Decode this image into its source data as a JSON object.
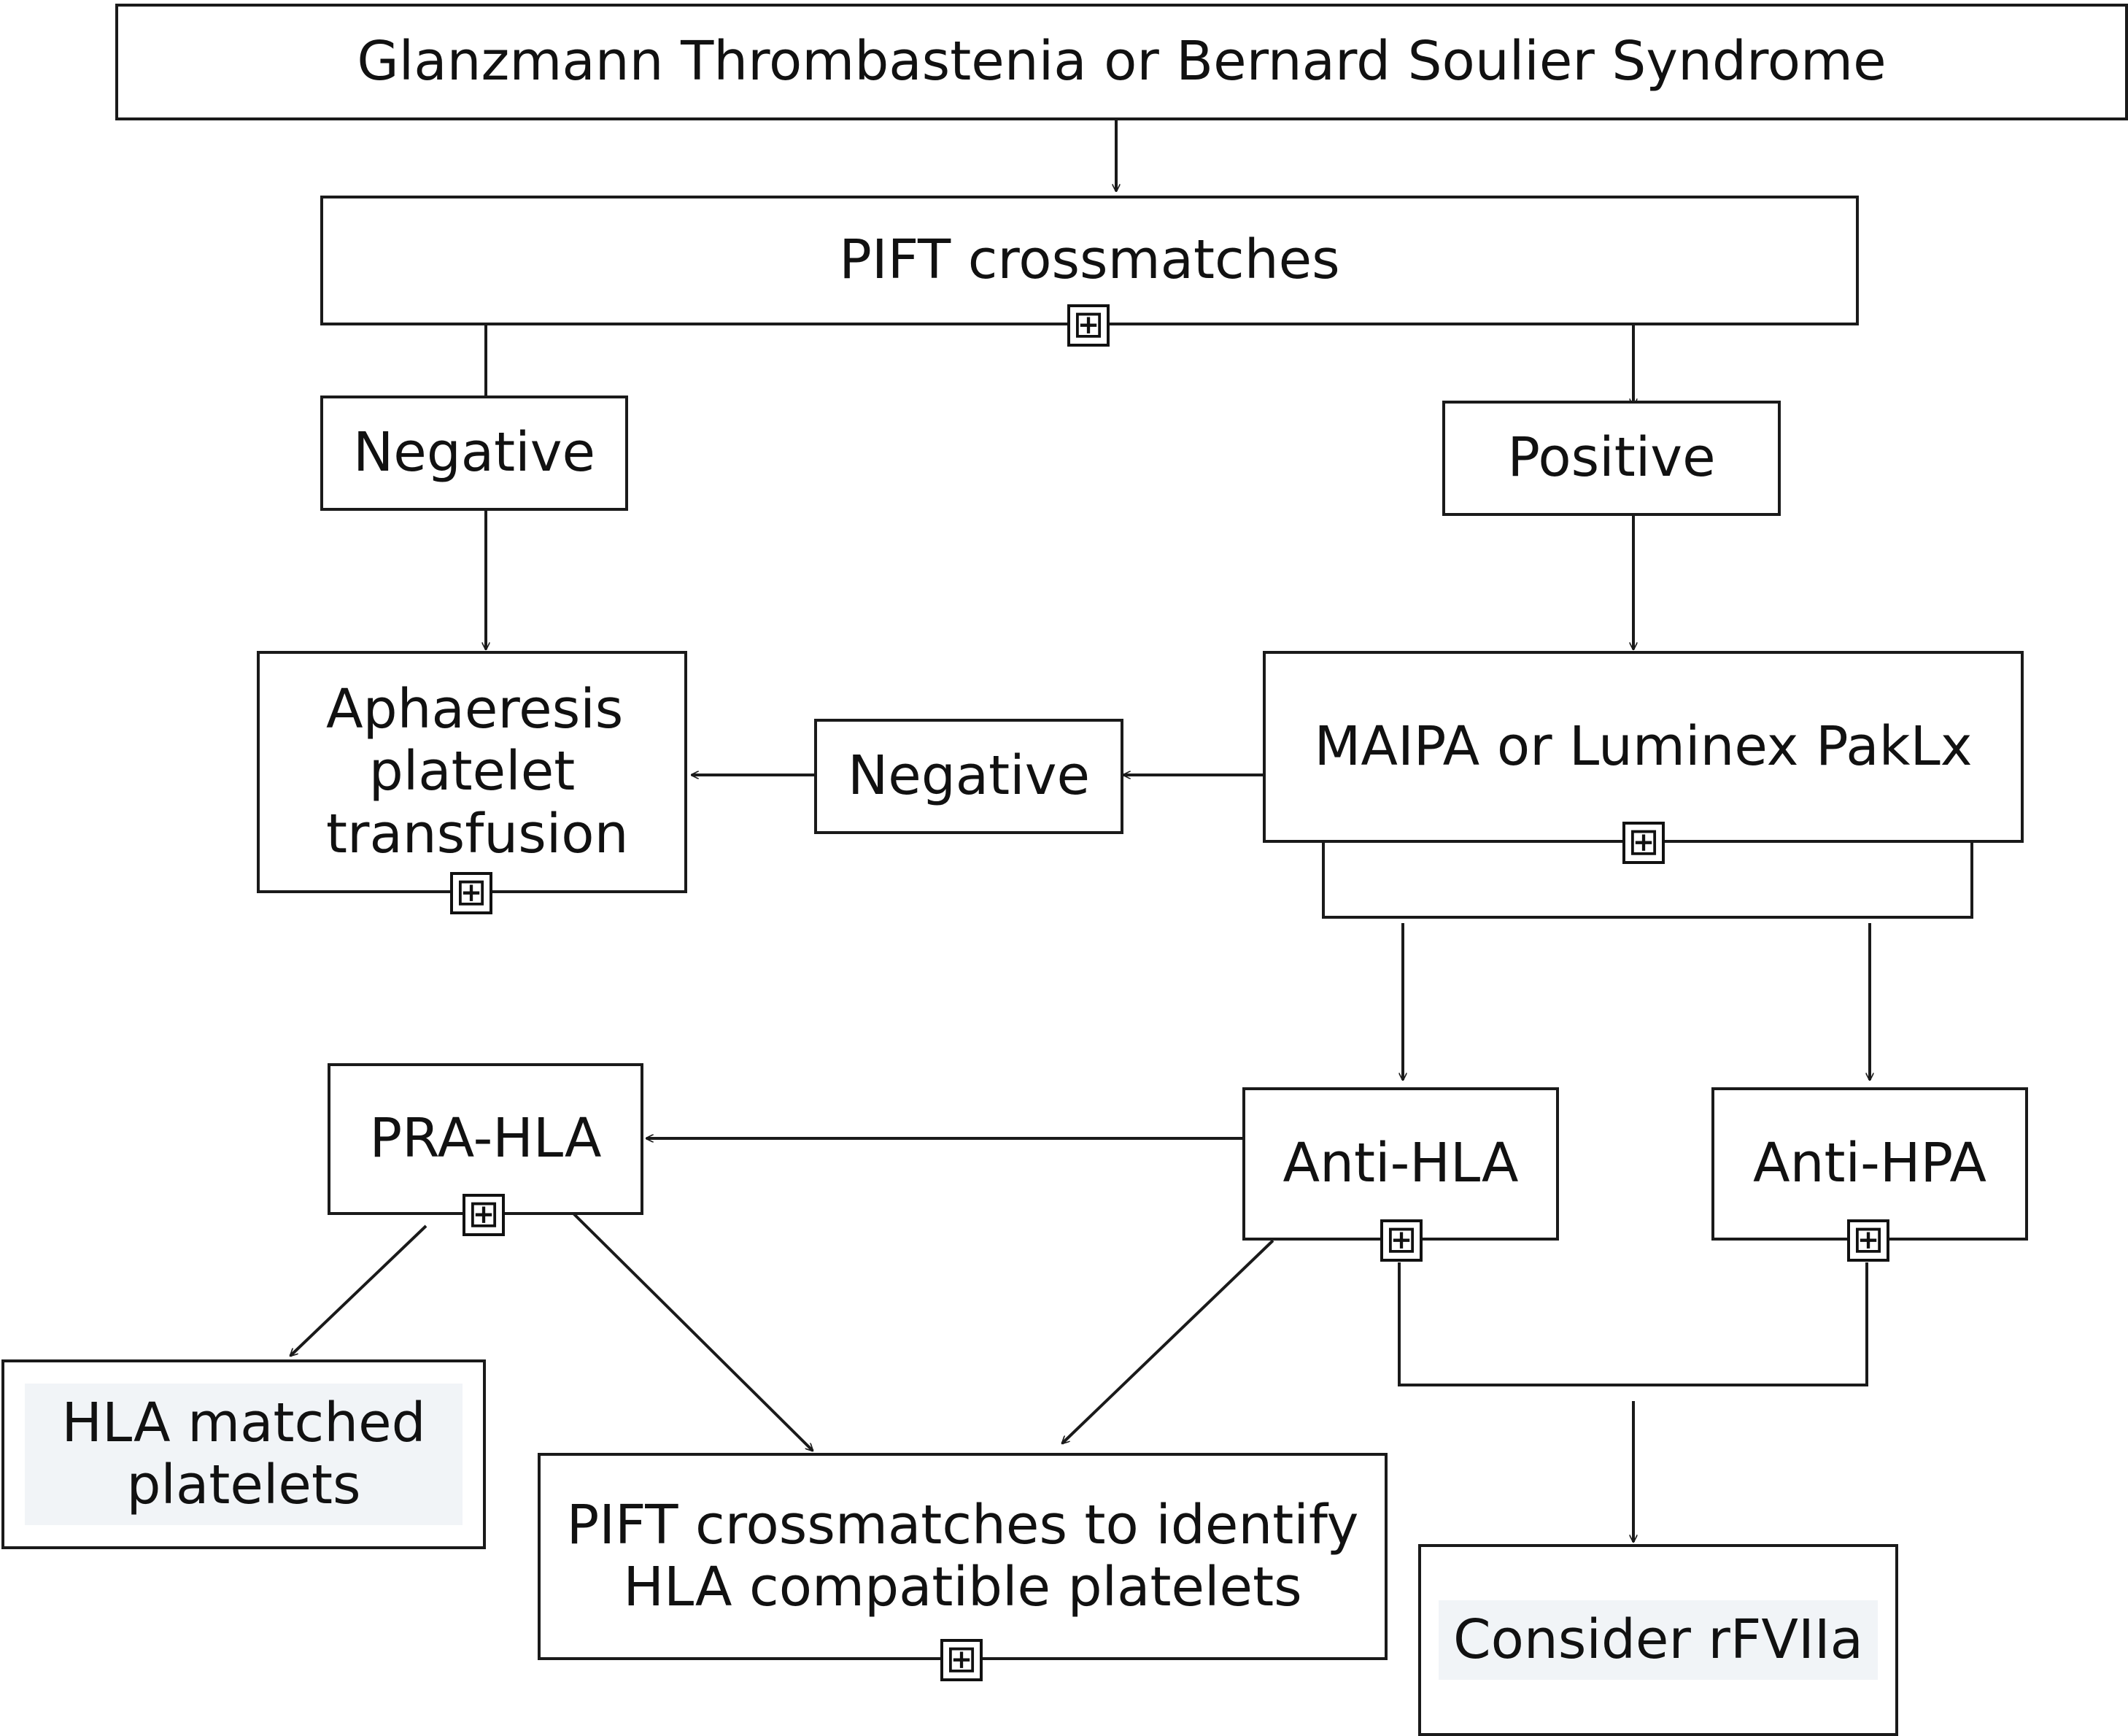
{
  "diagram": {
    "nodes": {
      "start": {
        "label": "Glanzmann Thrombastenia or Bernard Soulier Syndrome"
      },
      "pift": {
        "label": "PIFT crossmatches"
      },
      "negative_1": {
        "label": "Negative"
      },
      "positive": {
        "label": "Positive"
      },
      "aphaeresis": {
        "label": "Aphaeresis platelet transfusion"
      },
      "negative_2": {
        "label": "Negative"
      },
      "maipa": {
        "label": "MAIPA or Luminex PakLx"
      },
      "pra_hla": {
        "label": "PRA-HLA"
      },
      "anti_hla": {
        "label": "Anti-HLA"
      },
      "anti_hpa": {
        "label": "Anti-HPA"
      },
      "hla_matched": {
        "label": "HLA matched platelets"
      },
      "pift_identify": {
        "label": "PIFT crossmatches to identify HLA compatible platelets"
      },
      "rfviia": {
        "label": "Consider rFVIIa"
      }
    },
    "expander_symbol": "⊞",
    "colors": {
      "line": "#1a1a1a",
      "box_fill": "#ffffff",
      "text_fill": "#f1f4f7"
    }
  }
}
